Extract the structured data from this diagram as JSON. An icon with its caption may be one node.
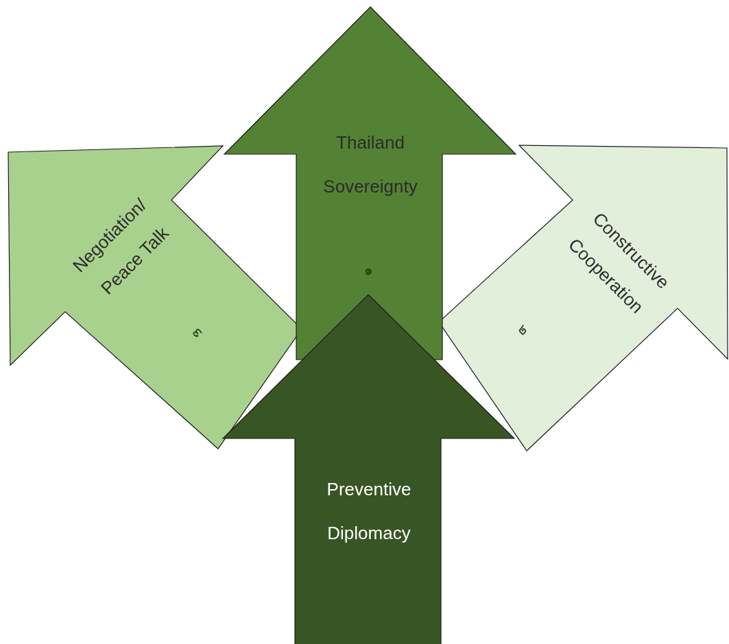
{
  "diagram": {
    "nodes": [
      {
        "text": [
          "Thailand Sovereignty",
          "๑"
        ]
      },
      {
        "text": [
          "Negotiation/ Peace Talk",
          "๓"
        ]
      },
      {
        "text": [
          "Constructive Cooperation",
          "๒"
        ]
      },
      {
        "text": [
          "Preventive Diplomacy"
        ]
      }
    ],
    "edges": []
  }
}
